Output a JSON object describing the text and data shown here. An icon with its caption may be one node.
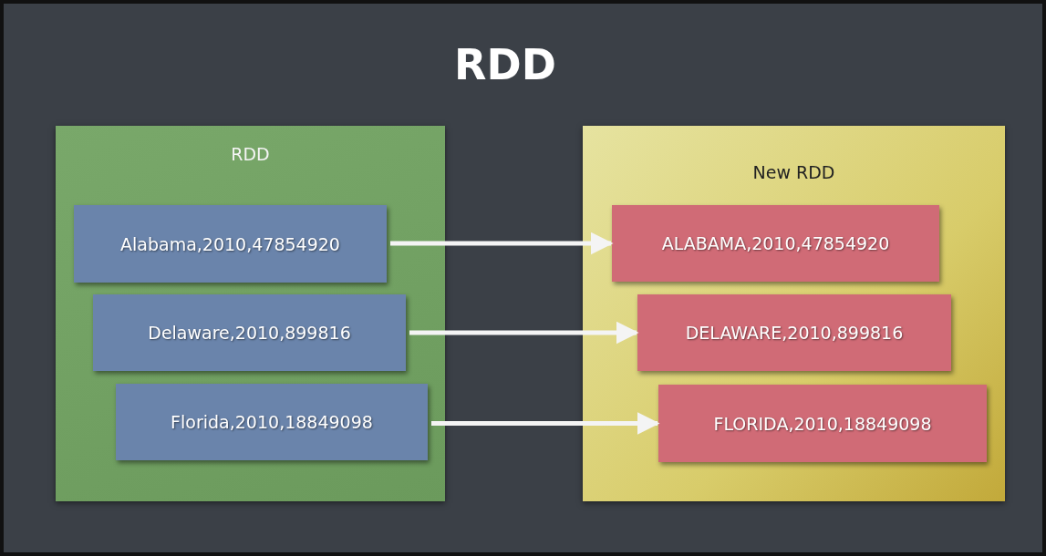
{
  "diagram": {
    "title": "RDD",
    "nodes": [
      {
        "text": [
          "RDD"
        ]
      },
      {
        "text": [
          "Alabama,2010,47854920"
        ],
        "in": 0
      },
      {
        "text": [
          "Delaware,2010,899816"
        ],
        "in": 0
      },
      {
        "text": [
          "Florida,2010,18849098"
        ],
        "in": 0
      },
      {
        "text": [
          "New RDD"
        ]
      },
      {
        "text": [
          "ALABAMA,2010,47854920"
        ],
        "in": 4
      },
      {
        "text": [
          "DELAWARE,2010,899816"
        ],
        "in": 4
      },
      {
        "text": [
          "FLORIDA,2010,18849098"
        ],
        "in": 4
      }
    ],
    "edges": [
      {
        "from": 1,
        "to": 5,
        "arrow": "to"
      },
      {
        "from": 2,
        "to": 6,
        "arrow": "to"
      },
      {
        "from": 3,
        "to": 7,
        "arrow": "to"
      }
    ]
  }
}
